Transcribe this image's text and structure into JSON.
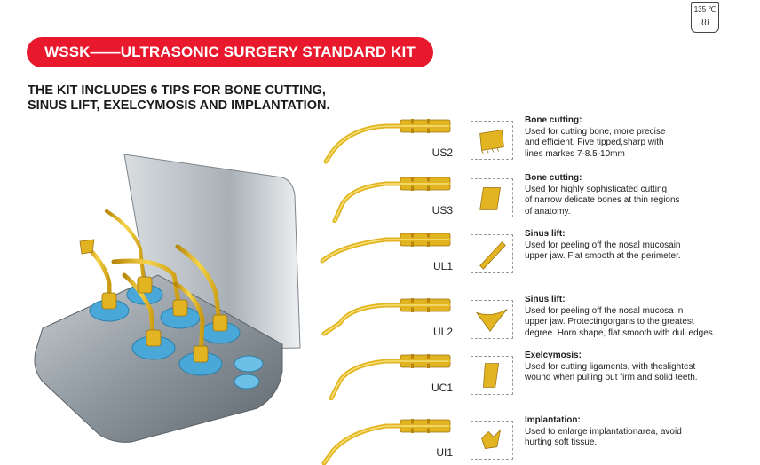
{
  "header": {
    "banner": "WSSK——ULTRASONIC SURGERY STANDARD KIT",
    "autoclave_temp": "135 ℃",
    "autoclave_icon": "autoclave-steam-icon"
  },
  "headline": {
    "line1": "THE KIT INCLUDES 6 TIPS FOR BONE CUTTING,",
    "line2": "SINUS LIFT, EXELCYMOSIS AND IMPLANTATION."
  },
  "colors": {
    "banner": "#e8192c",
    "gold": "#e2b421",
    "silicone": "#4aa8d8"
  },
  "tips": [
    {
      "code": "US2",
      "title": "Bone cutting:",
      "lines": [
        "Used for cutting bone, more precise",
        "and efficient. Five tipped,sharp with",
        "lines markes 7-8.5-10mm"
      ]
    },
    {
      "code": "US3",
      "title": "Bone cutting:",
      "lines": [
        "Used for highly sophisticated cutting",
        "of narrow delicate bones at thin regions",
        "of anatomy."
      ]
    },
    {
      "code": "UL1",
      "title": "Sinus lift:",
      "lines": [
        "Used for peeling off the nosal mucosain",
        "upper jaw. Flat smooth at the perimeter."
      ]
    },
    {
      "code": "UL2",
      "title": "Sinus lift:",
      "lines": [
        "Used for peeling off the nosal mucosa in",
        "upper jaw. Protectingorgans to the greatest",
        "degree. Horn shape, flat smooth with dull edges."
      ]
    },
    {
      "code": "UC1",
      "title": "Exelcymosis:",
      "lines": [
        "Used for cutting ligaments, with theslightest",
        "wound when pulling out firm and solid teeth."
      ]
    },
    {
      "code": "UI1",
      "title": "Implantation:",
      "lines": [
        "Used to enlarge implantationarea, avoid",
        "hurting soft tissue."
      ]
    }
  ]
}
